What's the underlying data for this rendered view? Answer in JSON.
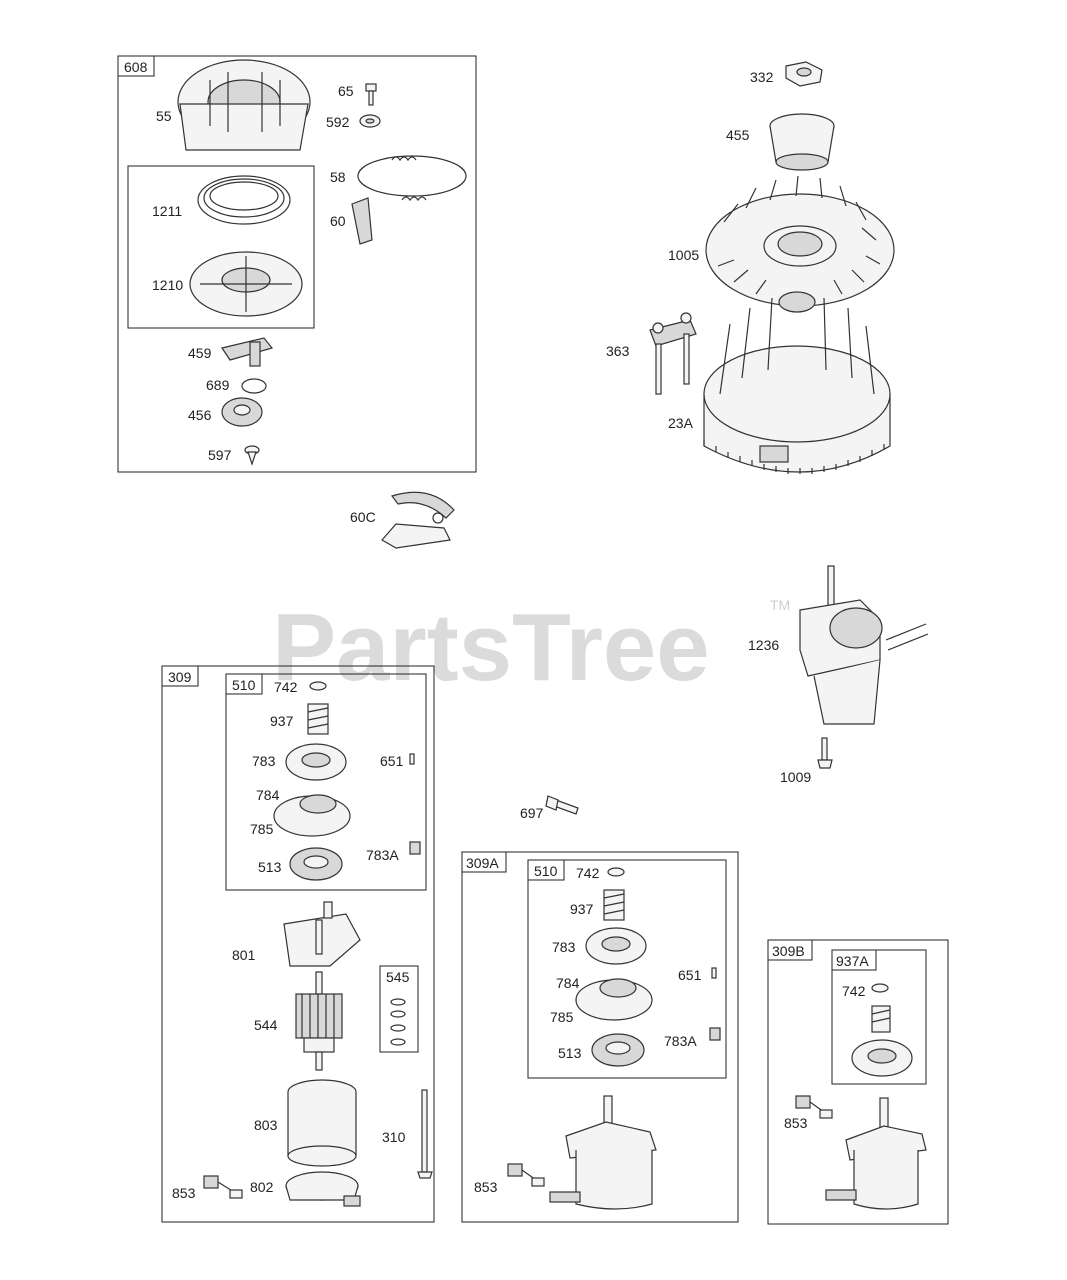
{
  "watermark": {
    "text": "PartsTree",
    "trademark": "TM"
  },
  "boxes": {
    "b608": "608",
    "b309": "309",
    "b510a": "510",
    "b545": "545",
    "b309A": "309A",
    "b510b": "510",
    "b309B": "309B",
    "b937A": "937A"
  },
  "labels": {
    "p55": "55",
    "p65": "65",
    "p592": "592",
    "p58": "58",
    "p60": "60",
    "p1211": "1211",
    "p1210": "1210",
    "p459": "459",
    "p689": "689",
    "p456": "456",
    "p597": "597",
    "p60C": "60C",
    "p332": "332",
    "p455": "455",
    "p1005": "1005",
    "p363": "363",
    "p23A": "23A",
    "p1236": "1236",
    "p1009": "1009",
    "p697": "697",
    "a742": "742",
    "a937": "937",
    "a783": "783",
    "a784": "784",
    "a785": "785",
    "a651": "651",
    "a513": "513",
    "a783A": "783A",
    "p801": "801",
    "p544": "544",
    "p803": "803",
    "p310": "310",
    "p802": "802",
    "a853": "853",
    "b742": "742",
    "b937": "937",
    "b783": "783",
    "b784": "784",
    "b785": "785",
    "b651": "651",
    "b513": "513",
    "b783A": "783A",
    "b853": "853",
    "c742": "742",
    "c853": "853"
  }
}
